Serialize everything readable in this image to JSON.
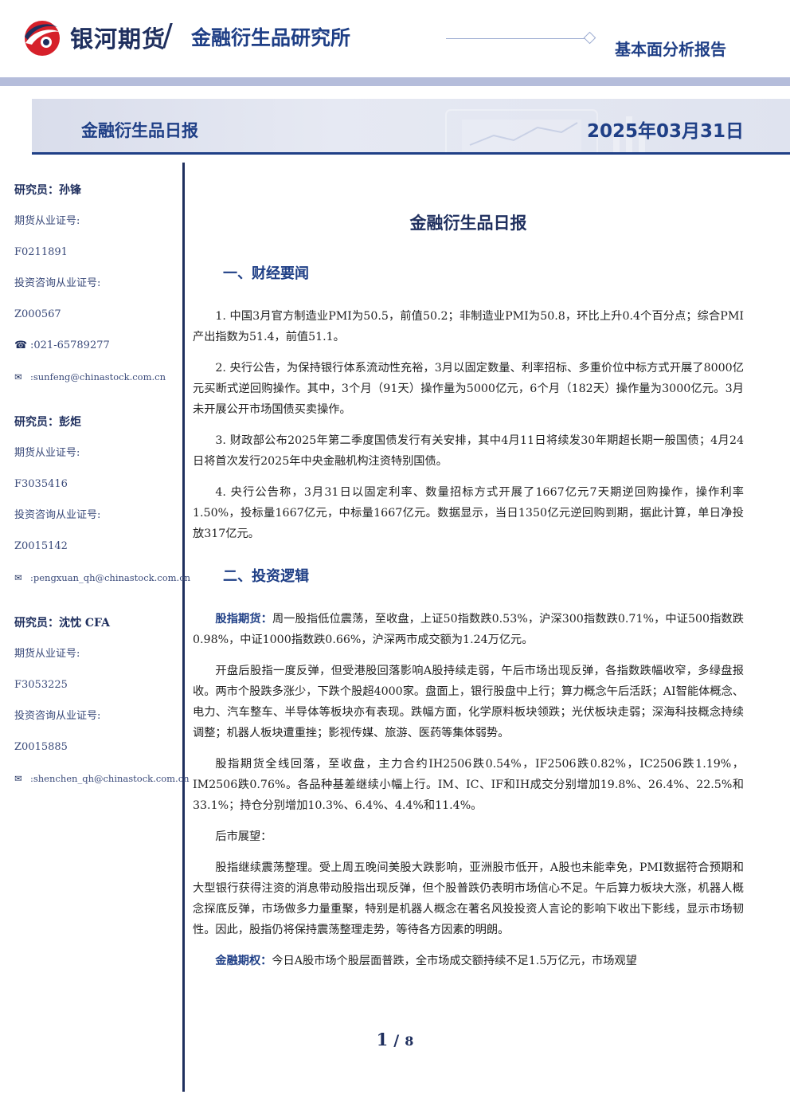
{
  "header": {
    "brand_name": "银河期货",
    "slash": "/",
    "institute": "金融衍生品研究所",
    "report_type": "基本面分析报告",
    "brand_colors": {
      "navy": "#1f2f5e",
      "blue": "#1f3f86",
      "red": "#d6202a"
    }
  },
  "banner": {
    "title": "金融衍生品日报",
    "date": "2025年03月31日"
  },
  "analysts": [
    {
      "name_label": "研究员：孙锋",
      "futures_license_label": "期货从业证号:",
      "futures_license": "F0211891",
      "consult_license_label": "投资咨询从业证号:",
      "consult_license": "Z000567",
      "phone_icon": "phone-icon",
      "phone": "021-65789277",
      "email_icon": "mail-icon",
      "email": "sunfeng@chinastock.com.cn"
    },
    {
      "name_label": "研究员：彭炬",
      "futures_license_label": "期货从业证号:",
      "futures_license": "F3035416",
      "consult_license_label": "投资咨询从业证号:",
      "consult_license": "Z0015142",
      "email_icon": "mail-icon",
      "email": "pengxuan_qh@chinastock.com.cn"
    },
    {
      "name_label": "研究员：沈忱 CFA",
      "futures_license_label": "期货从业证号:",
      "futures_license": "F3053225",
      "consult_license_label": "投资咨询从业证号:",
      "consult_license": "Z0015885",
      "email_icon": "mail-icon",
      "email": "shenchen_qh@chinastock.com.cn"
    }
  ],
  "main": {
    "title": "金融衍生品日报",
    "section1": {
      "heading": "一、财经要闻",
      "items": [
        "1. 中国3月官方制造业PMI为50.5，前值50.2；非制造业PMI为50.8，环比上升0.4个百分点；综合PMI产出指数为51.4，前值51.1。",
        "2. 央行公告，为保持银行体系流动性充裕，3月以固定数量、利率招标、多重价位中标方式开展了8000亿元买断式逆回购操作。其中，3个月（91天）操作量为5000亿元，6个月（182天）操作量为3000亿元。3月未开展公开市场国债买卖操作。",
        "3. 财政部公布2025年第二季度国债发行有关安排，其中4月11日将续发30年期超长期一般国债；4月24日将首次发行2025年中央金融机构注资特别国债。",
        "4. 央行公告称，3月31日以固定利率、数量招标方式开展了1667亿元7天期逆回购操作，操作利率1.50%，投标量1667亿元，中标量1667亿元。数据显示，当日1350亿元逆回购到期，据此计算，单日净投放317亿元。"
      ]
    },
    "section2": {
      "heading": "二、投资逻辑",
      "p1_lead": "股指期货：",
      "p1_text": "周一股指低位震荡，至收盘，上证50指数跌0.53%，沪深300指数跌0.71%，中证500指数跌0.98%，中证1000指数跌0.66%，沪深两市成交额为1.24万亿元。",
      "p2": "开盘后股指一度反弹，但受港股回落影响A股持续走弱，午后市场出现反弹，各指数跌幅收窄，多绿盘报收。两市个股跌多涨少，下跌个股超4000家。盘面上，银行股盘中上行；算力概念午后活跃；AI智能体概念、电力、汽车整车、半导体等板块亦有表现。跌幅方面，化学原料板块领跌；光伏板块走弱；深海科技概念持续调整；机器人板块遭重挫；影视传媒、旅游、医药等集体弱势。",
      "p3": "股指期货全线回落，至收盘，主力合约IH2506跌0.54%，IF2506跌0.82%，IC2506跌1.19%，IM2506跌0.76%。各品种基差继续小幅上行。IM、IC、IF和IH成交分别增加19.8%、26.4%、22.5%和33.1%；持仓分别增加10.3%、6.4%、4.4%和11.4%。",
      "p4": "后市展望：",
      "p5": "股指继续震荡整理。受上周五晚间美股大跌影响，亚洲股市低开，A股也未能幸免，PMI数据符合预期和大型银行获得注资的消息带动股指出现反弹，但个股普跌仍表明市场信心不足。午后算力板块大涨，机器人概念探底反弹，市场做多力量重聚，特别是机器人概念在著名风投投资人言论的影响下收出下影线，显示市场韧性。因此，股指仍将保持震荡整理走势，等待各方因素的明朗。",
      "p6_lead": "金融期权：",
      "p6_text": "今日A股市场个股层面普跌，全市场成交额持续不足1.5万亿元，市场观望"
    }
  },
  "footer": {
    "page_current": "1",
    "page_separator": "/",
    "page_total": "8"
  }
}
